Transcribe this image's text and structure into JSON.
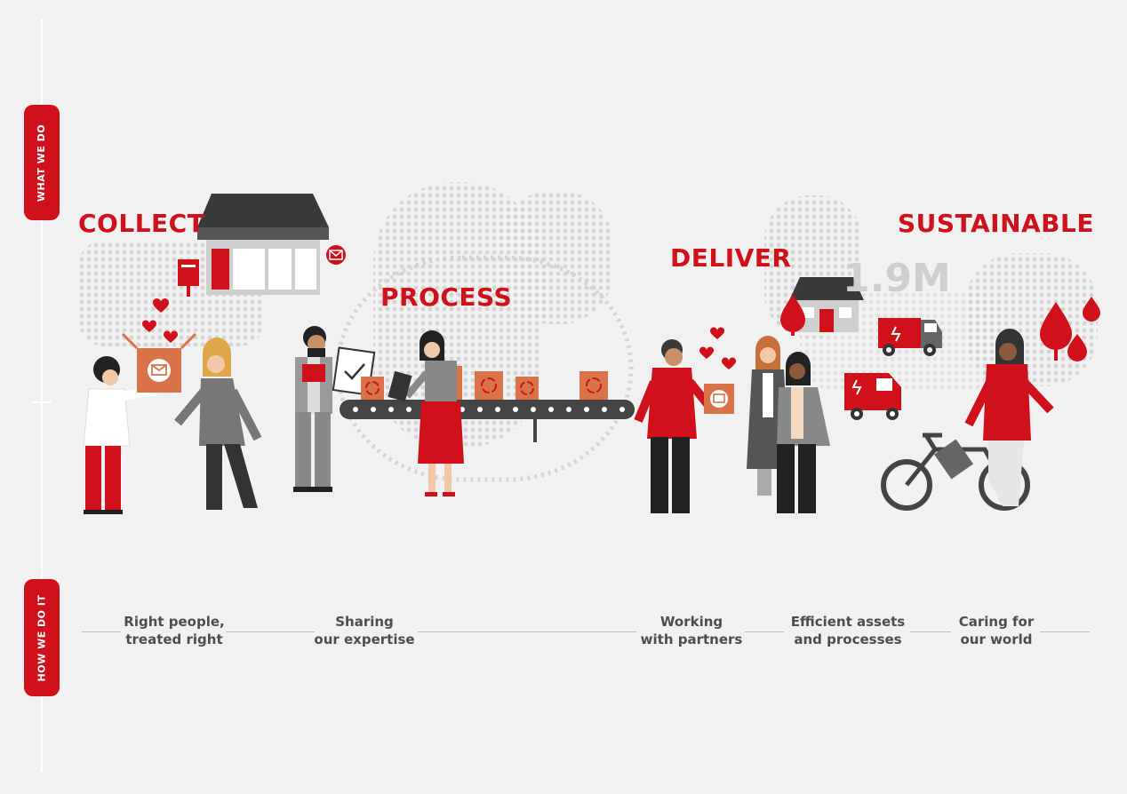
{
  "sidebar": {
    "top_label": "WHAT WE DO",
    "bottom_label": "HOW WE DO IT"
  },
  "headings": {
    "collect": "COLLECT",
    "process": "PROCESS",
    "deliver": "DELIVER",
    "sustainable": "SUSTAINABLE"
  },
  "stat": "1.9M",
  "values": [
    {
      "line1": "Right people,",
      "line2": "treated right"
    },
    {
      "line1": "Sharing",
      "line2": "our expertise"
    },
    {
      "line1": "Working",
      "line2": "with partners"
    },
    {
      "line1": "Efficient assets",
      "line2": "and processes"
    },
    {
      "line1": "Caring for",
      "line2": "our world"
    }
  ],
  "colors": {
    "brand_red": "#d0111b",
    "box_orange": "#d9734a",
    "dark": "#333333",
    "grey": "#888888",
    "background": "#f1f1f1"
  },
  "icons": [
    "post-box-icon",
    "mail-badge-icon",
    "heart-icon",
    "recycle-icon",
    "delivery-van-icon",
    "house-icon",
    "tree-icon",
    "e-bike-icon",
    "clipboard-icon",
    "tablet-icon"
  ]
}
